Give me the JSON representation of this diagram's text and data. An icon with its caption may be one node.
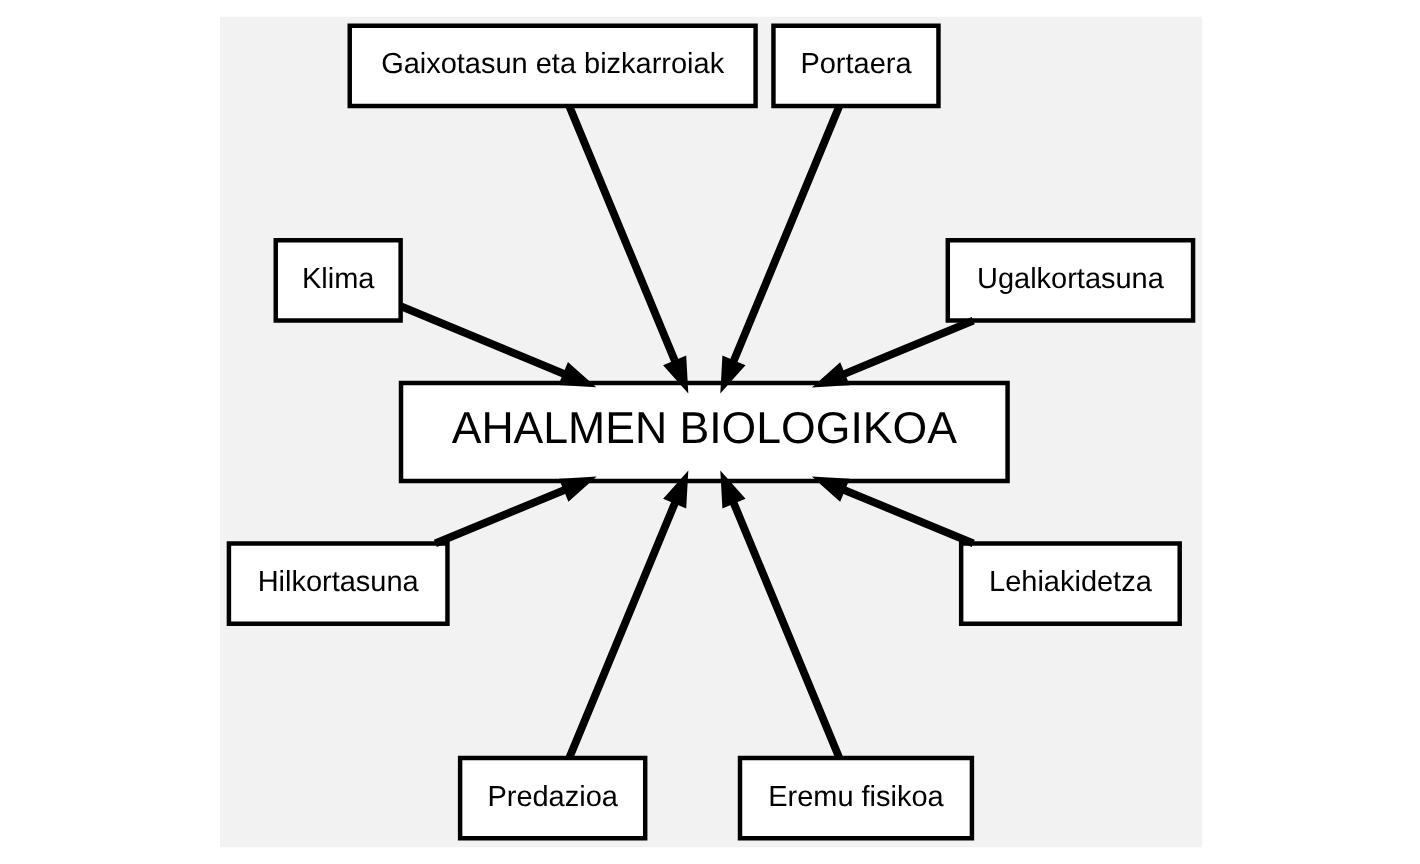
{
  "diagram": {
    "nodes": [
      {
        "text": [
          "Ugalkortasuna"
        ]
      },
      {
        "text": [
          "Portaera"
        ]
      },
      {
        "text": [
          "Gaixotasun eta bizkarroiak"
        ]
      },
      {
        "text": [
          "Klima"
        ]
      },
      {
        "text": [
          "AHALMEN BIOLOGIKOA"
        ]
      },
      {
        "text": [
          "Hilkortasuna"
        ]
      },
      {
        "text": [
          "Predazioa"
        ]
      },
      {
        "text": [
          "Eremu fisikoa"
        ]
      },
      {
        "text": [
          "Lehiakidetza"
        ]
      }
    ],
    "edges": [
      {
        "from": 0,
        "to": 4,
        "arrow": "to"
      },
      {
        "from": 1,
        "to": 4,
        "arrow": "to"
      },
      {
        "from": 2,
        "to": 4,
        "arrow": "to"
      },
      {
        "from": 3,
        "to": 4,
        "arrow": "to"
      },
      {
        "from": 5,
        "to": 4,
        "arrow": "to"
      },
      {
        "from": 6,
        "to": 4,
        "arrow": "to"
      },
      {
        "from": 7,
        "to": 4,
        "arrow": "to"
      },
      {
        "from": 8,
        "to": 4,
        "arrow": "to"
      }
    ]
  }
}
